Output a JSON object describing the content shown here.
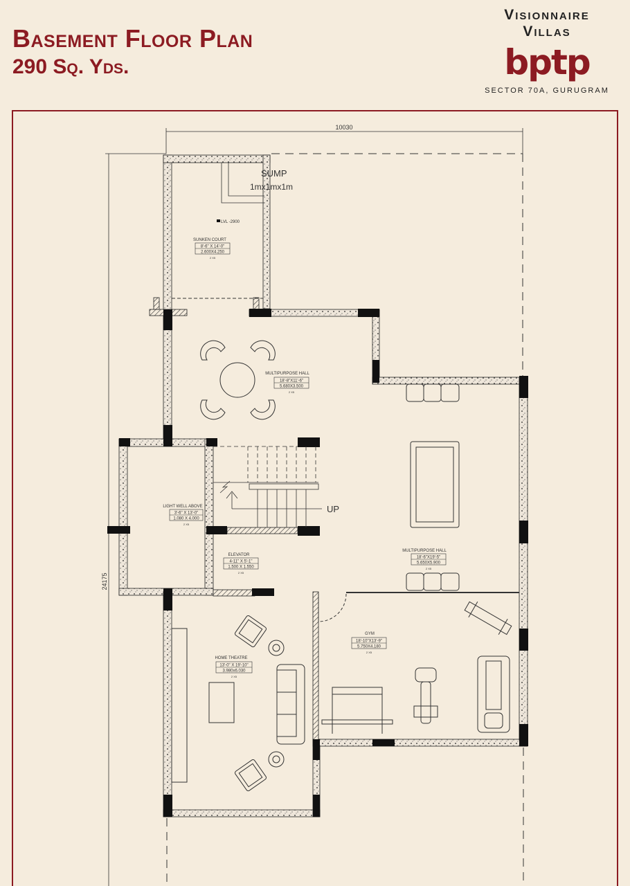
{
  "header": {
    "title": "Basement Floor Plan",
    "subtitle": "290 Sq. Yds."
  },
  "brand": {
    "line1": "Visionnaire",
    "line2": "Villas",
    "logo": "bptp",
    "location": "SECTOR 70A, GURUGRAM"
  },
  "colors": {
    "accent": "#8c1b22",
    "background": "#f5ecdd"
  },
  "dimensions": {
    "width": "10030",
    "depth": "24175"
  },
  "sump": {
    "label": "SUMP",
    "size": "1mx1mx1m"
  },
  "level": "LVL -2900",
  "stairs_label": "UP",
  "rooms": [
    {
      "name": "SUNKEN COURT",
      "imperial": "8'-6\" X 14'-0\"",
      "metric": "2.600X4.250",
      "scale": "2 X5"
    },
    {
      "name": "MULTIPURPOSE HALL",
      "imperial": "18'-8\"X11'-6\"",
      "metric": "5.680X3.500",
      "scale": "2 X5"
    },
    {
      "name": "LIGHT WELL ABOVE",
      "imperial": "3'-6\" X 13'-0\"",
      "metric": "1.080 X 4.000",
      "scale": "2 X5"
    },
    {
      "name": "ELEVATOR",
      "imperial": "4-11\" X 5'-1\"",
      "metric": "1.500 X 1.550",
      "scale": "2 X5"
    },
    {
      "name": "MULTIPURPOSE HALL",
      "imperial": "18'-6\"X19'-5\"",
      "metric": "5.650X5.900",
      "scale": "2 X5"
    },
    {
      "name": "GYM",
      "imperial": "18'-10\"X13'-9\"",
      "metric": "5.750X4.180",
      "scale": "2 X5"
    },
    {
      "name": "HOME THEATRE",
      "imperial": "13'-0\" X 19'-10\"",
      "metric": "3.980x6.030",
      "scale": "2 X5"
    }
  ]
}
